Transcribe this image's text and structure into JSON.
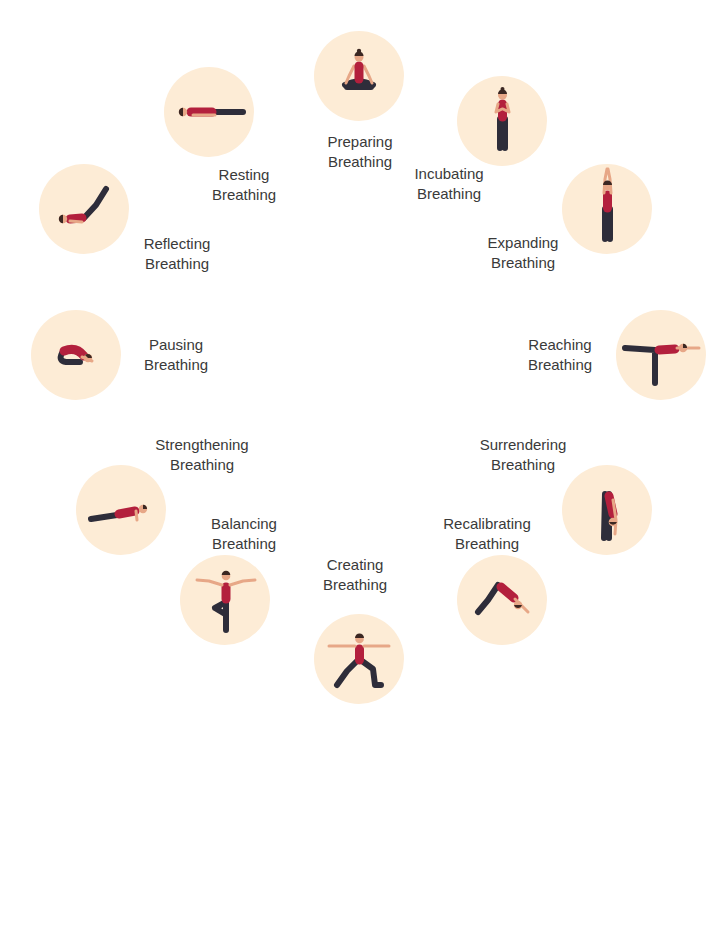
{
  "diagram": {
    "nodes": [
      {
        "text": [
          "Preparing Breathing"
        ]
      },
      {
        "text": [
          "Incubating Breathing"
        ]
      },
      {
        "text": [
          "Expanding Breathing"
        ]
      },
      {
        "text": [
          "Reaching Breathing"
        ]
      },
      {
        "text": [
          "Surrendering Breathing"
        ]
      },
      {
        "text": [
          "Recalibrating Breathing"
        ]
      },
      {
        "text": [
          "Creating Breathing"
        ]
      },
      {
        "text": [
          "Balancing Breathing"
        ]
      },
      {
        "text": [
          "Strengthening Breathing"
        ]
      },
      {
        "text": [
          "Pausing Breathing"
        ]
      },
      {
        "text": [
          "Reflecting Breathing"
        ]
      },
      {
        "text": [
          "Resting Breathing"
        ]
      }
    ]
  }
}
